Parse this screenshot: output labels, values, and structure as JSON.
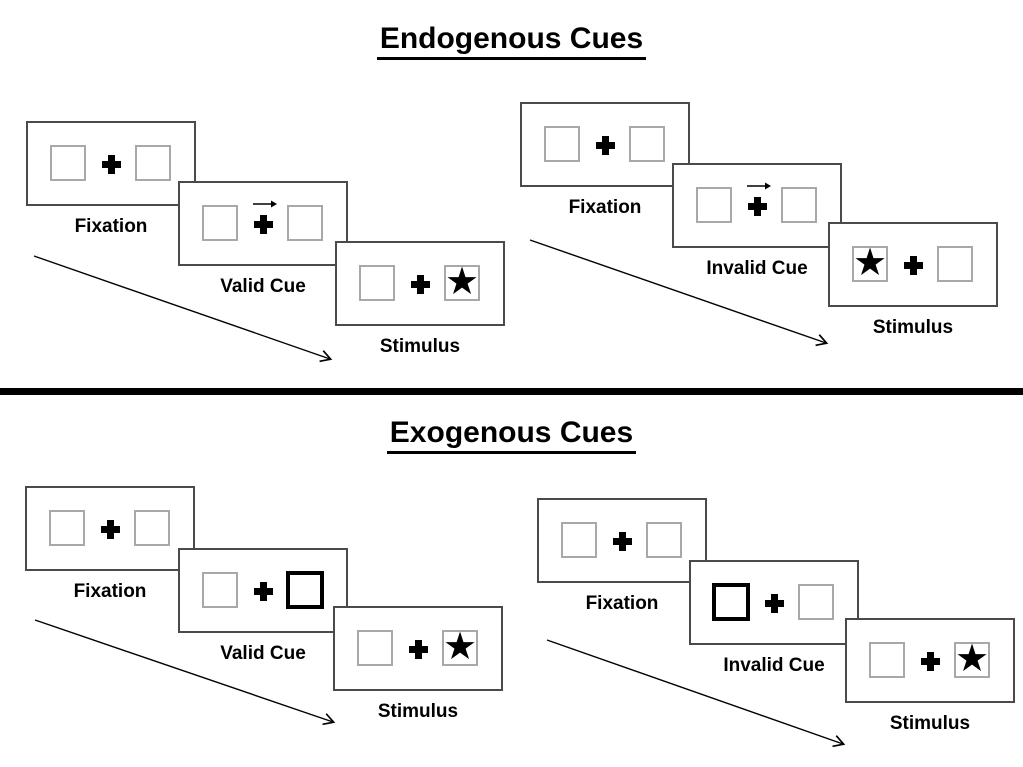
{
  "sections": [
    {
      "title": "Endogenous Cues",
      "trials": [
        {
          "name": "valid",
          "cue_style": "central arrow pointing right above fixation cross",
          "stimulus_side": "right",
          "frames": [
            {
              "label": "Fixation"
            },
            {
              "label": "Valid Cue"
            },
            {
              "label": "Stimulus"
            }
          ]
        },
        {
          "name": "invalid",
          "cue_style": "central arrow pointing right above fixation cross",
          "stimulus_side": "left",
          "frames": [
            {
              "label": "Fixation"
            },
            {
              "label": "Invalid Cue"
            },
            {
              "label": "Stimulus"
            }
          ]
        }
      ]
    },
    {
      "title": "Exogenous Cues",
      "trials": [
        {
          "name": "valid",
          "cue_style": "bold outline on right box",
          "stimulus_side": "right",
          "frames": [
            {
              "label": "Fixation"
            },
            {
              "label": "Valid Cue"
            },
            {
              "label": "Stimulus"
            }
          ]
        },
        {
          "name": "invalid",
          "cue_style": "bold outline on left box",
          "stimulus_side": "right",
          "frames": [
            {
              "label": "Fixation"
            },
            {
              "label": "Invalid Cue"
            },
            {
              "label": "Stimulus"
            }
          ]
        }
      ]
    }
  ],
  "icons": {
    "star": "★",
    "fixation_cross": "+",
    "cue_arrow": "→"
  },
  "colors": {
    "ink": "#000000",
    "panel_border": "#4a4a4a",
    "box_border": "#a8a8a8",
    "background": "#ffffff"
  }
}
